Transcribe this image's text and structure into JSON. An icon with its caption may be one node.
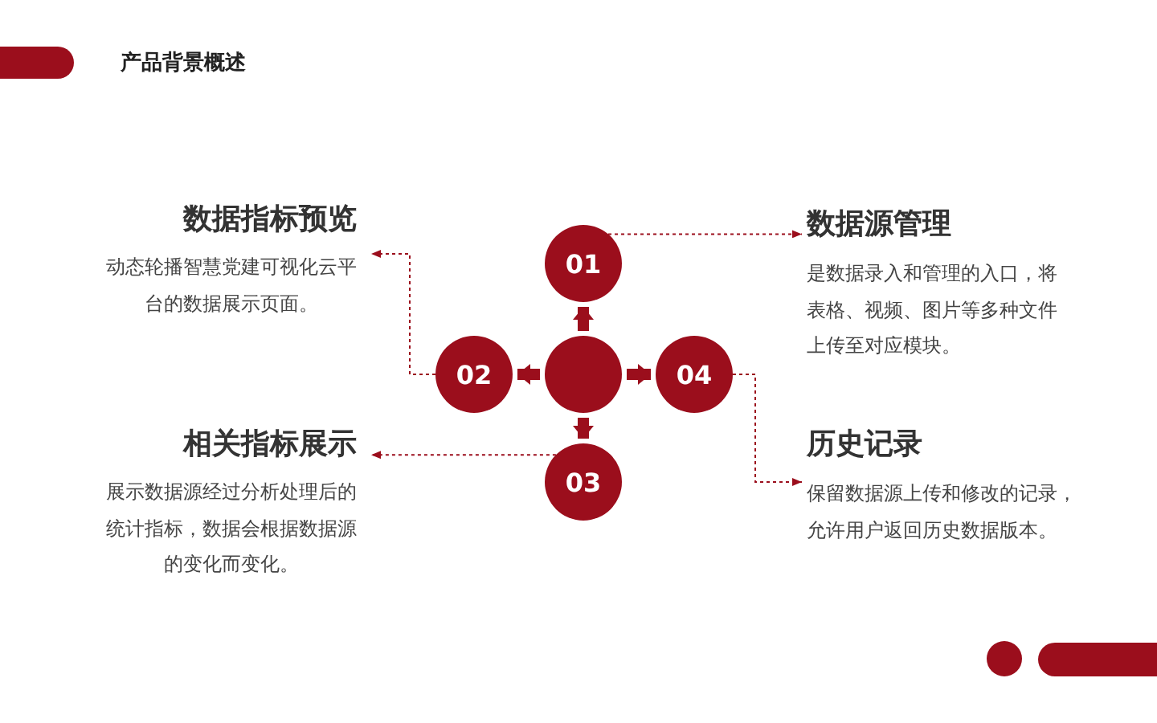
{
  "diagram": {
    "title": "产品背景概述",
    "nodes": [
      {
        "text": [
          "数据指标预览",
          "动态轮播智慧党建可视化云平台的数据展示页面。"
        ]
      },
      {
        "text": [
          "数据源管理",
          "是数据录入和管理的入口，将表格、视频、图片等多种文件上传至对应模块。"
        ]
      },
      {
        "text": [
          "01"
        ]
      },
      {
        "text": [
          "02"
        ]
      },
      {
        "text": [],
        "shape": "circle"
      },
      {
        "text": [
          "04"
        ]
      },
      {
        "text": [
          "03"
        ]
      },
      {
        "text": [
          "相关指标展示",
          "展示数据源经过分析处理后的统计指标，数据会根据数据源的变化而变化。"
        ]
      },
      {
        "text": [
          "历史记录",
          "保留数据源上传和修改的记录，允许用户返回历史数据版本。"
        ]
      }
    ],
    "edges": [
      {
        "from": 4,
        "to": 2,
        "arrow": "to",
        "style": "thick"
      },
      {
        "from": 4,
        "to": 3,
        "arrow": "to",
        "style": "thick"
      },
      {
        "from": 4,
        "to": 5,
        "arrow": "to",
        "style": "thick"
      },
      {
        "from": 4,
        "to": 6,
        "arrow": "to",
        "style": "thick"
      },
      {
        "from": 2,
        "to": 1,
        "arrow": "to",
        "style": "dashed"
      },
      {
        "from": 3,
        "to": 0,
        "arrow": "to",
        "style": "dashed"
      },
      {
        "from": 6,
        "to": 7,
        "arrow": "to",
        "style": "dashed"
      },
      {
        "from": 5,
        "to": 8,
        "arrow": "to",
        "style": "dashed"
      }
    ]
  }
}
